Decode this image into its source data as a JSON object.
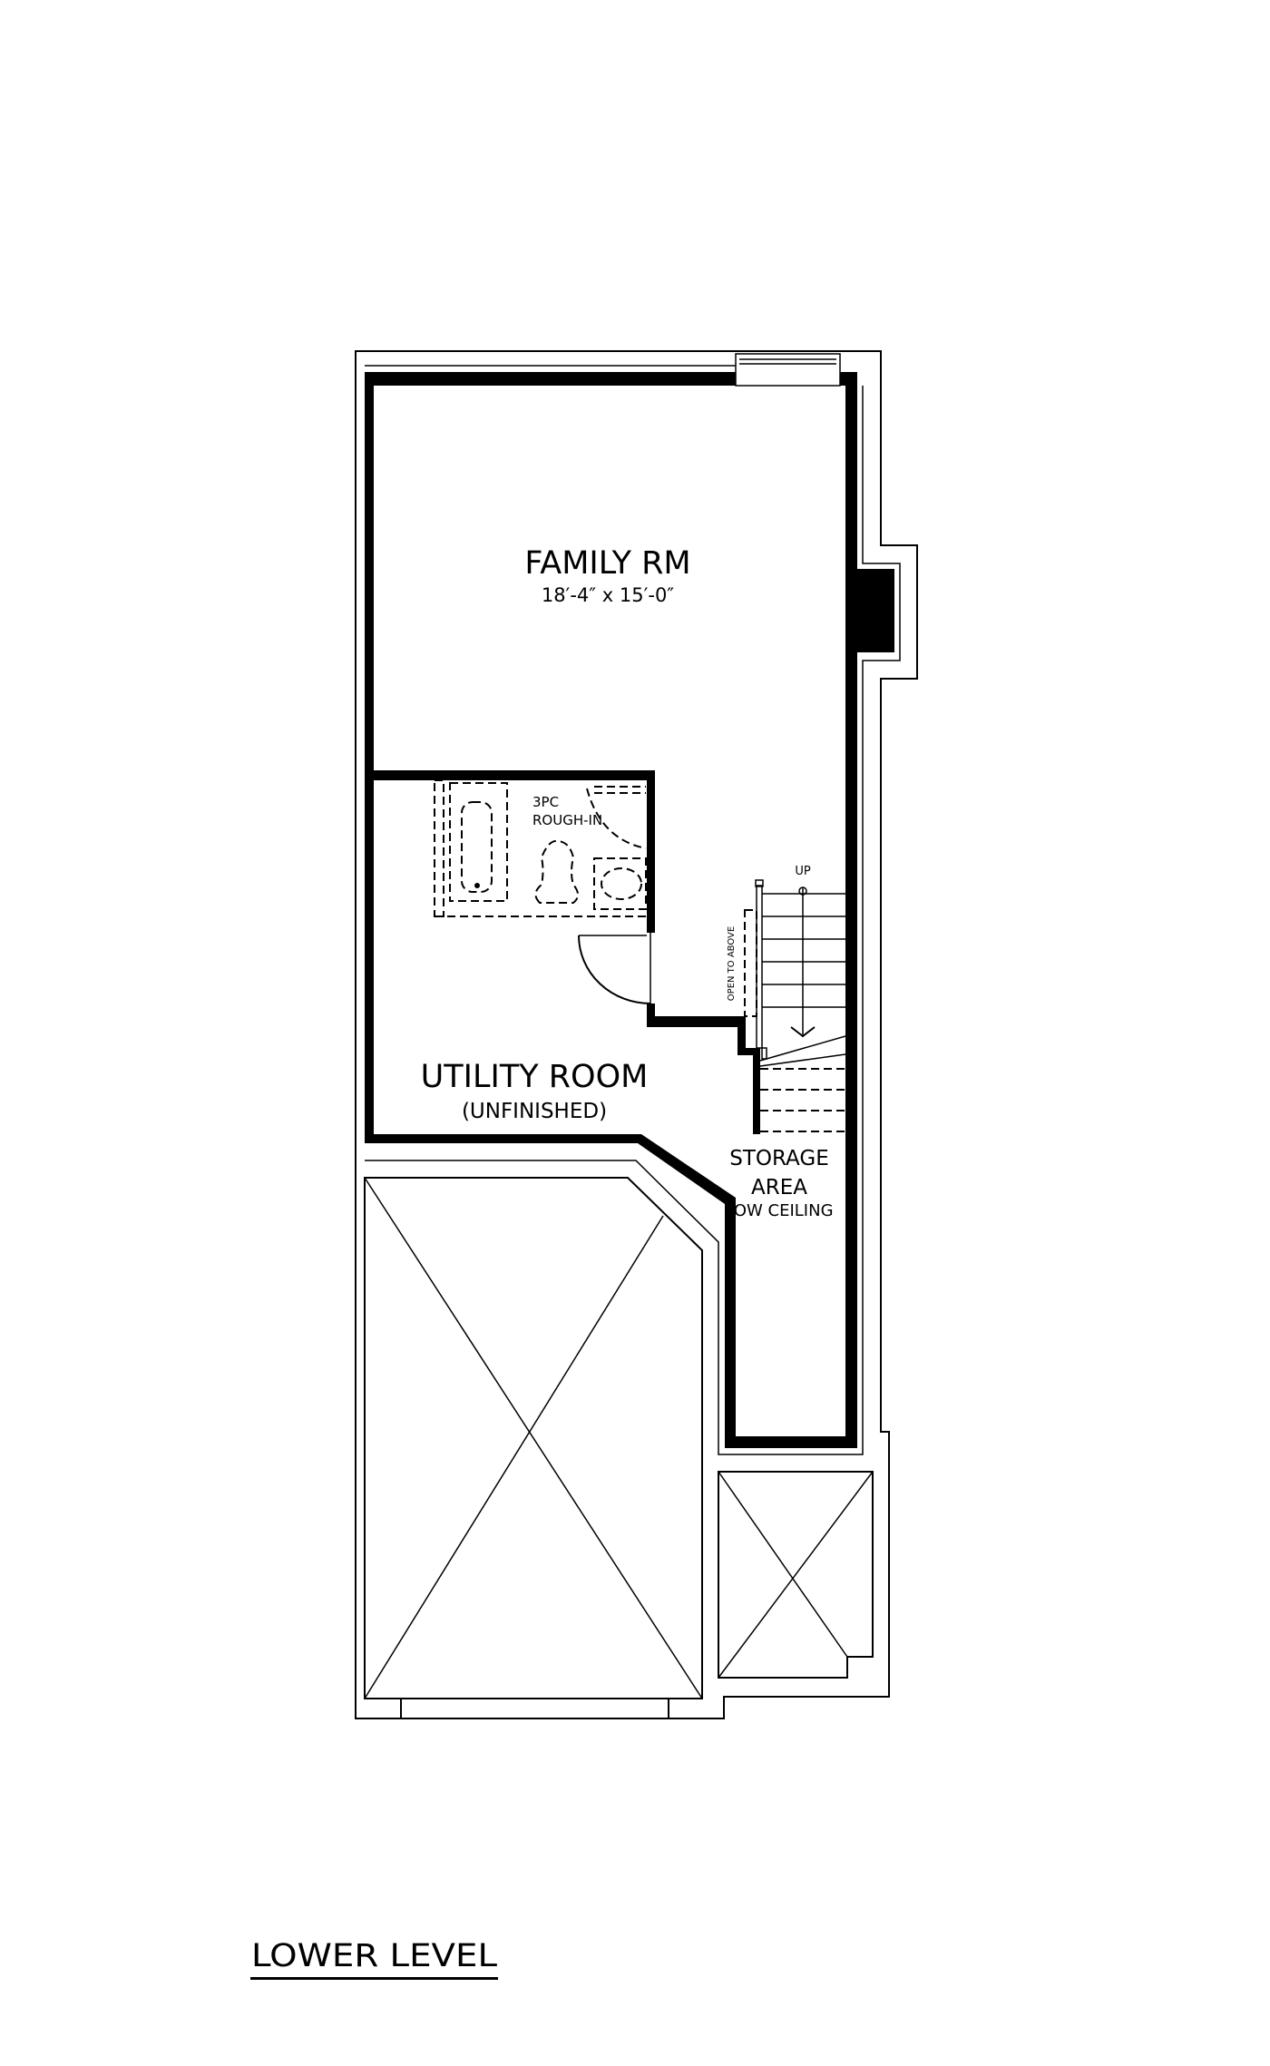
{
  "plan": {
    "title": "LOWER LEVEL",
    "rooms": {
      "family": {
        "name": "FAMILY RM",
        "dimensions": "18′-4″ x 15′-0″"
      },
      "bath": {
        "line1": "3PC",
        "line2": "ROUGH-IN"
      },
      "utility": {
        "name": "UTILITY ROOM",
        "note": "(UNFINISHED)"
      },
      "storage": {
        "line1": "STORAGE",
        "line2": "AREA",
        "note": "LOW CEILING"
      }
    },
    "stairs": {
      "direction": "UP",
      "open_label": "OPEN TO ABOVE"
    }
  }
}
